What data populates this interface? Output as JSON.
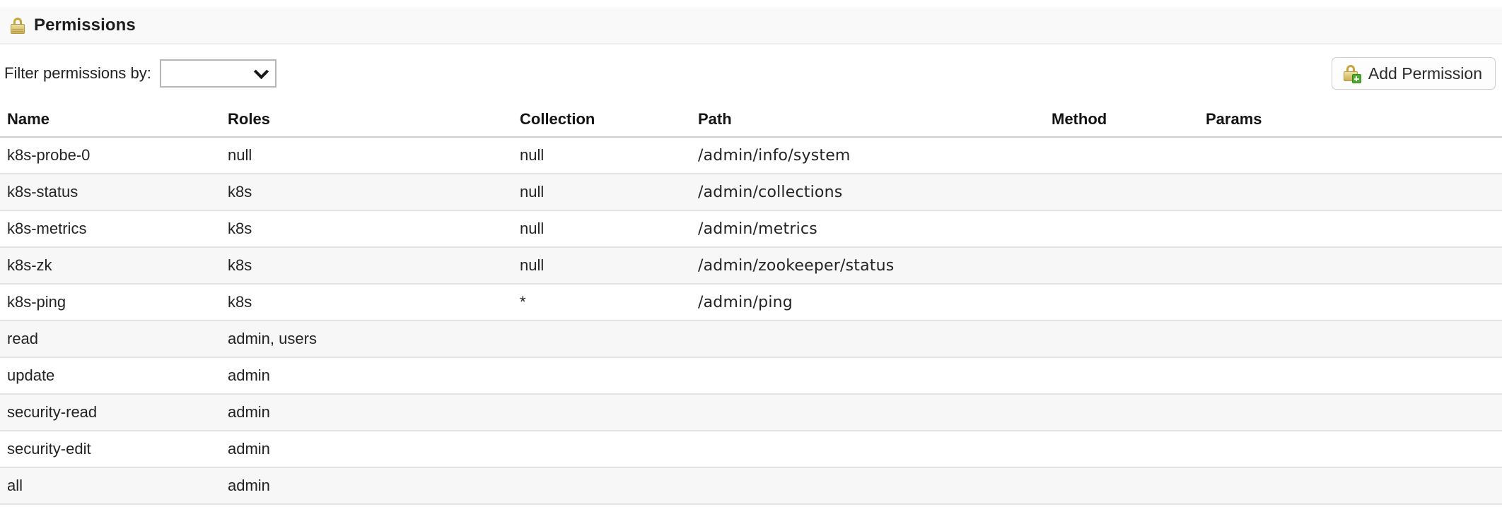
{
  "header": {
    "icon": "lock-icon",
    "title": "Permissions"
  },
  "filter": {
    "label": "Filter permissions by:",
    "select_value": "",
    "select_placeholder": "",
    "dropdown_icon": "chevron-down-icon"
  },
  "actions": {
    "add_permission_label": "Add Permission",
    "add_permission_icon": "lock-plus-icon"
  },
  "table": {
    "columns": [
      "Name",
      "Roles",
      "Collection",
      "Path",
      "Method",
      "Params"
    ],
    "rows": [
      {
        "name": "k8s-probe-0",
        "roles": "null",
        "collection": "null",
        "path": "/admin/info/system",
        "method": "",
        "params": ""
      },
      {
        "name": "k8s-status",
        "roles": "k8s",
        "collection": "null",
        "path": "/admin/collections",
        "method": "",
        "params": ""
      },
      {
        "name": "k8s-metrics",
        "roles": "k8s",
        "collection": "null",
        "path": "/admin/metrics",
        "method": "",
        "params": ""
      },
      {
        "name": "k8s-zk",
        "roles": "k8s",
        "collection": "null",
        "path": "/admin/zookeeper/status",
        "method": "",
        "params": ""
      },
      {
        "name": "k8s-ping",
        "roles": "k8s",
        "collection": "*",
        "path": "/admin/ping",
        "method": "",
        "params": ""
      },
      {
        "name": "read",
        "roles": "admin, users",
        "collection": "",
        "path": "",
        "method": "",
        "params": ""
      },
      {
        "name": "update",
        "roles": "admin",
        "collection": "",
        "path": "",
        "method": "",
        "params": ""
      },
      {
        "name": "security-read",
        "roles": "admin",
        "collection": "",
        "path": "",
        "method": "",
        "params": ""
      },
      {
        "name": "security-edit",
        "roles": "admin",
        "collection": "",
        "path": "",
        "method": "",
        "params": ""
      },
      {
        "name": "all",
        "roles": "admin",
        "collection": "",
        "path": "",
        "method": "",
        "params": ""
      }
    ]
  },
  "colors": {
    "header_bg": "#f9f9f9",
    "row_alt_bg": "#f7f7f7",
    "row_border": "#e2e2e2",
    "text": "#232323",
    "lock_gold": "#ddc87c",
    "plus_green": "#4caf2f"
  }
}
